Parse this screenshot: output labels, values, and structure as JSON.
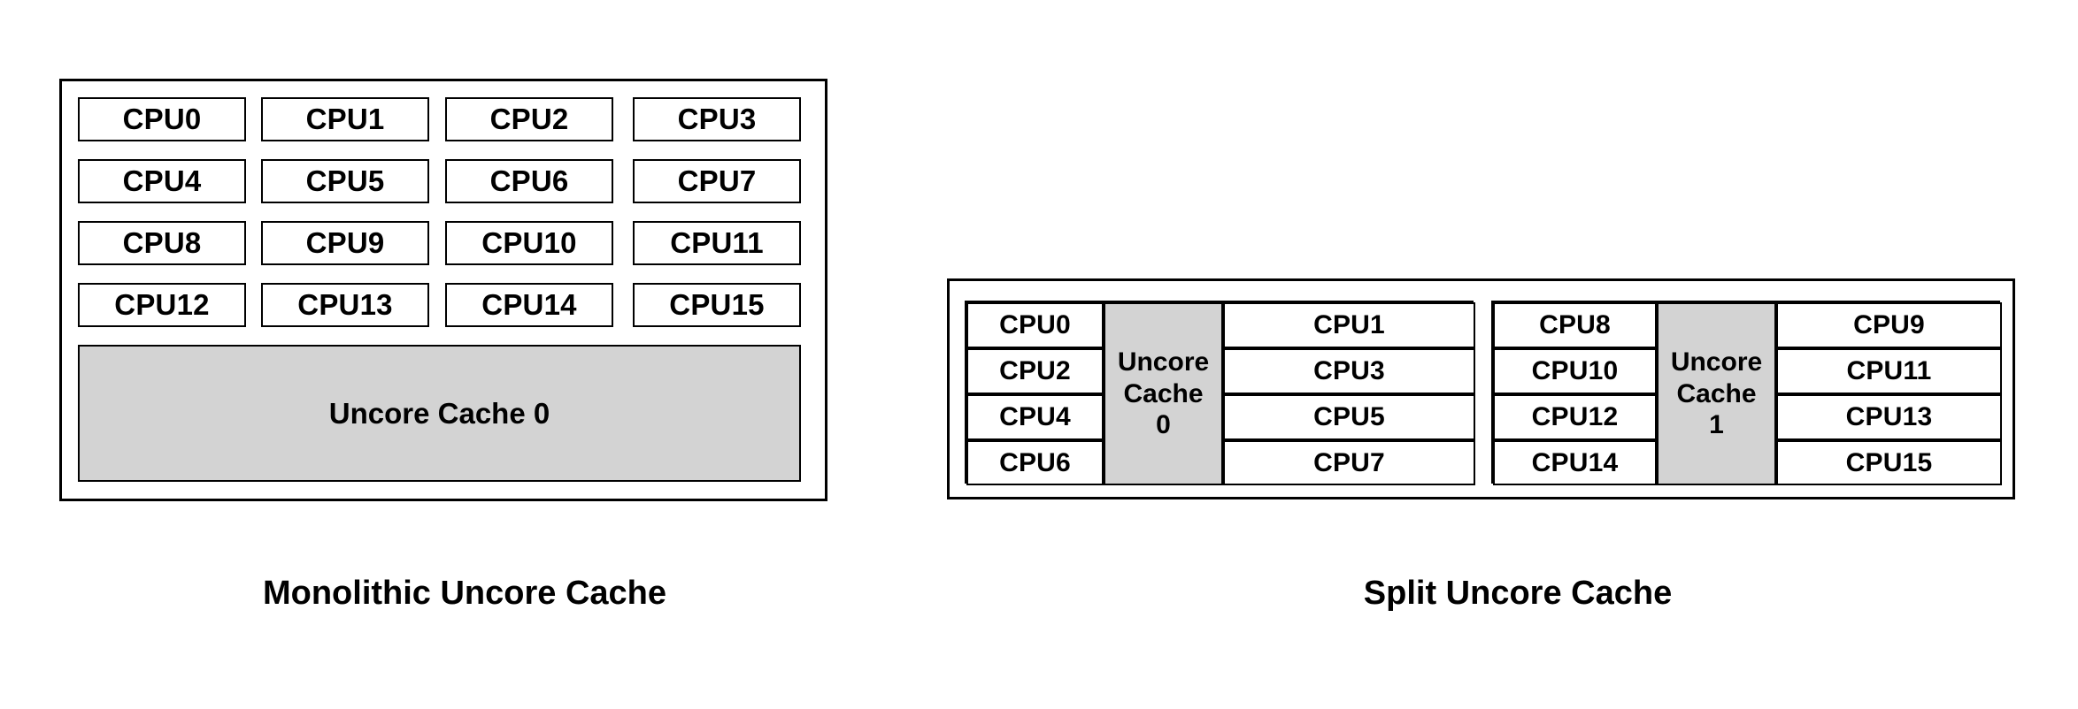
{
  "figure_left": {
    "caption": "Monolithic Uncore Cache",
    "cpu_rows": [
      [
        "CPU0",
        "CPU1",
        "CPU2",
        "CPU3"
      ],
      [
        "CPU4",
        "CPU5",
        "CPU6",
        "CPU7"
      ],
      [
        "CPU8",
        "CPU9",
        "CPU10",
        "CPU11"
      ],
      [
        "CPU12",
        "CPU13",
        "CPU14",
        "CPU15"
      ]
    ],
    "cache_label": "Uncore Cache 0"
  },
  "figure_right": {
    "caption": "Split Uncore Cache",
    "clusters": [
      {
        "left_column": [
          "CPU0",
          "CPU2",
          "CPU4",
          "CPU6"
        ],
        "cache_label_lines": [
          "Uncore",
          "Cache",
          "0"
        ],
        "right_column": [
          "CPU1",
          "CPU3",
          "CPU5",
          "CPU7"
        ]
      },
      {
        "left_column": [
          "CPU8",
          "CPU10",
          "CPU12",
          "CPU14"
        ],
        "cache_label_lines": [
          "Uncore",
          "Cache",
          "1"
        ],
        "right_column": [
          "CPU9",
          "CPU11",
          "CPU13",
          "CPU15"
        ]
      }
    ]
  },
  "colors": {
    "cache_fill": "#d3d3d3",
    "box_fill": "#ffffff",
    "stroke": "#000000",
    "background": "#ffffff"
  }
}
